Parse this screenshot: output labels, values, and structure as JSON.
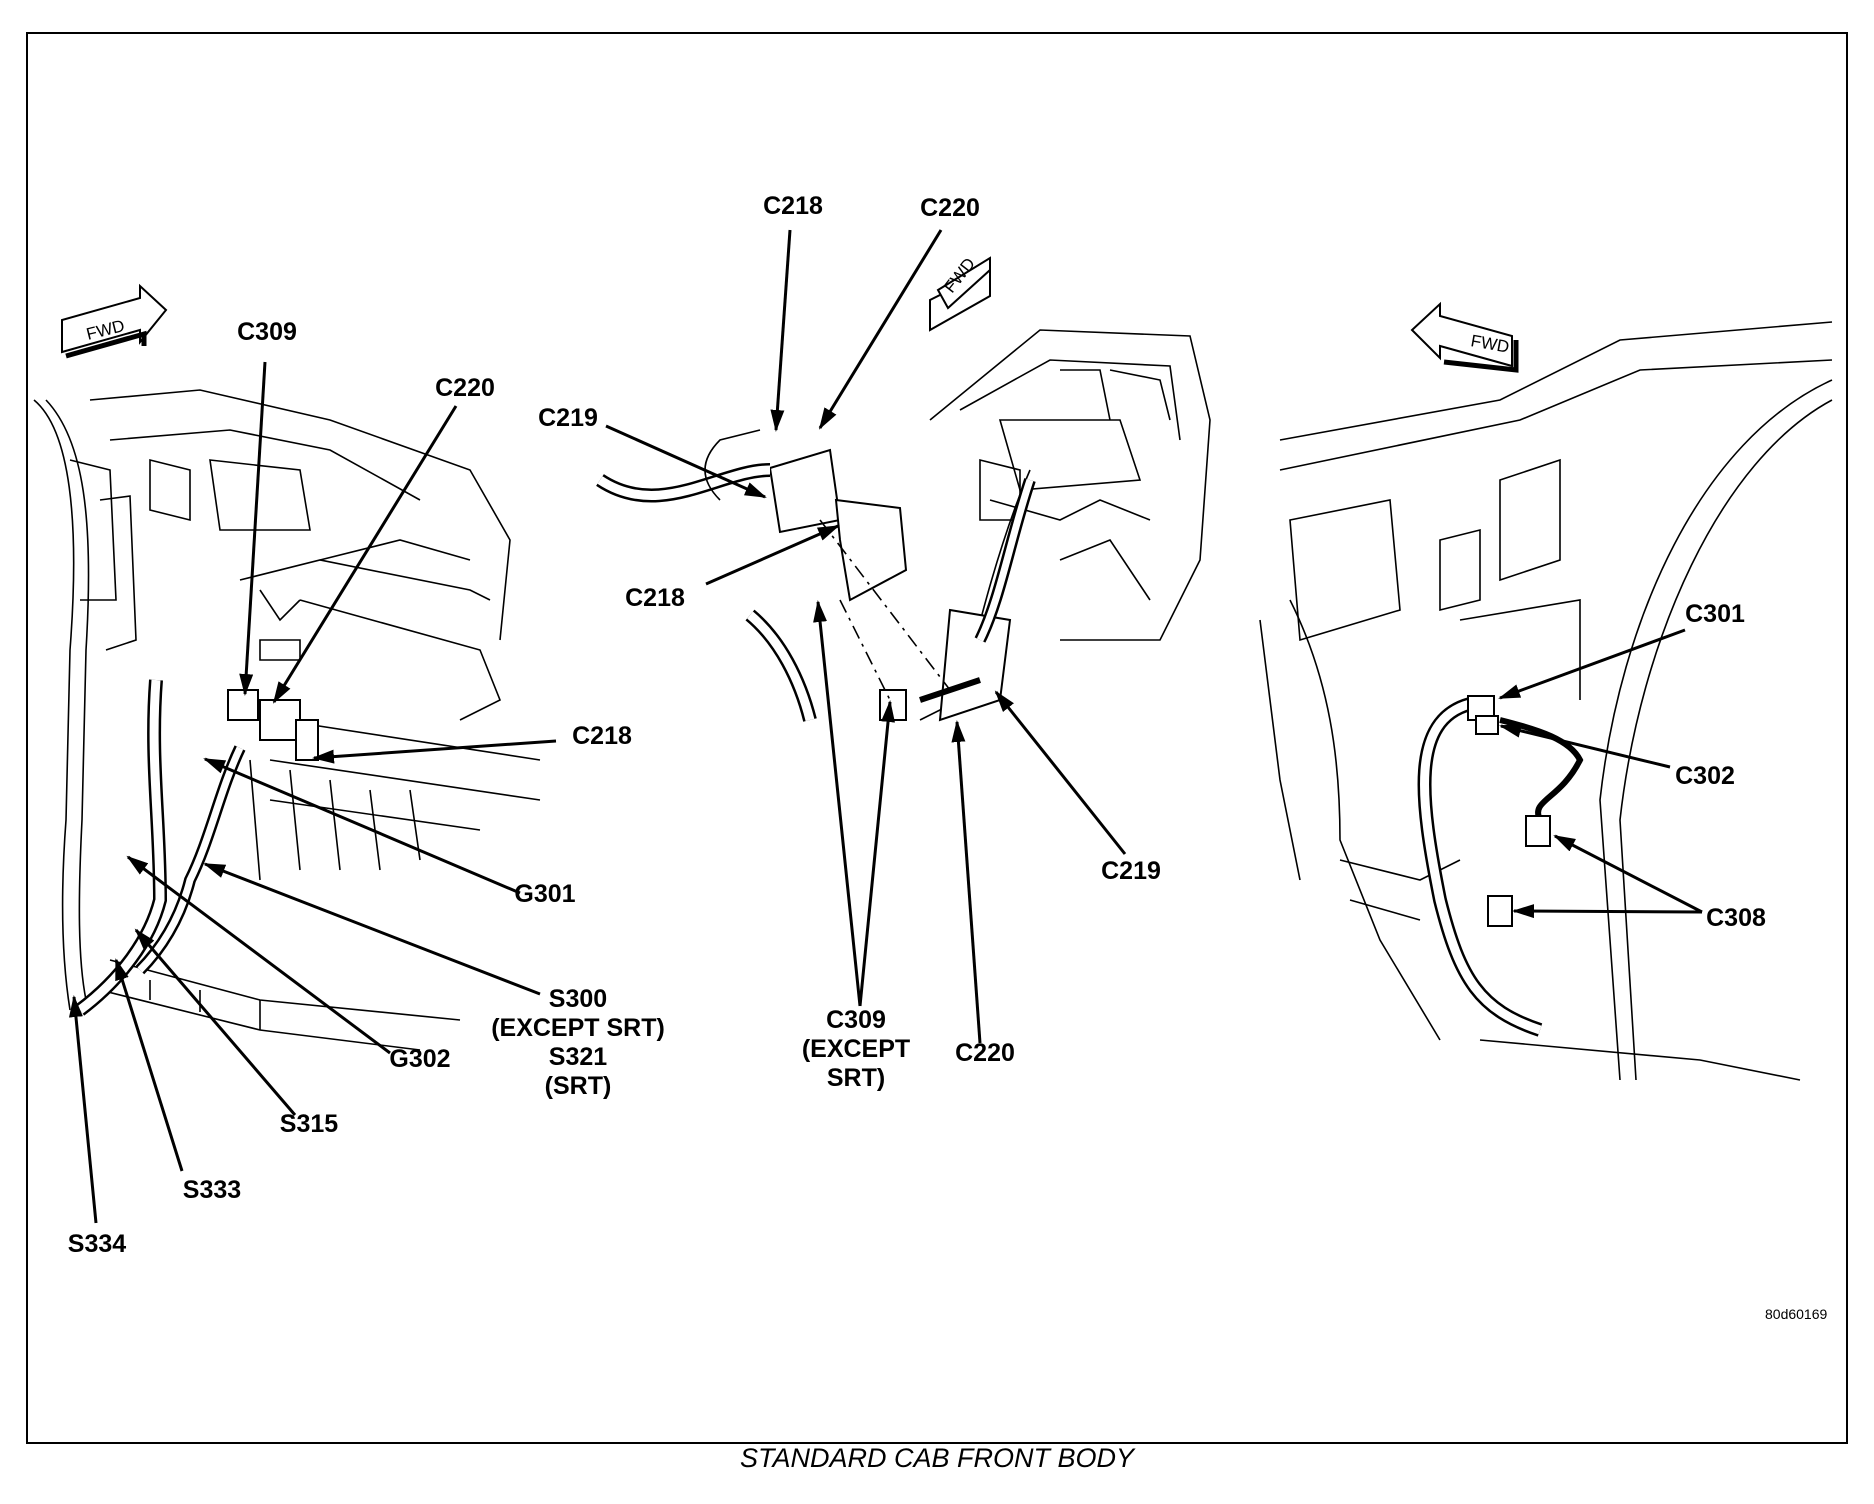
{
  "caption": "STANDARD CAB FRONT BODY",
  "reference_id": "80d60169",
  "fwd_label": "FWD",
  "left_view": {
    "c309": "C309",
    "c220": "C220",
    "c218": "C218",
    "g301": "G301",
    "s300_line1": "S300",
    "s300_line2": "(EXCEPT SRT)",
    "s300_line3": "S321",
    "s300_line4": "(SRT)",
    "g302": "G302",
    "s315": "S315",
    "s333": "S333",
    "s334": "S334"
  },
  "center_view": {
    "c218_top": "C218",
    "c220_top": "C220",
    "c219_left": "C219",
    "c218_mid": "C218",
    "c309_line1": "C309",
    "c309_line2": "(EXCEPT",
    "c309_line3": "SRT)",
    "c220_bottom": "C220",
    "c219_right": "C219"
  },
  "right_view": {
    "c301": "C301",
    "c302": "C302",
    "c308": "C308"
  }
}
